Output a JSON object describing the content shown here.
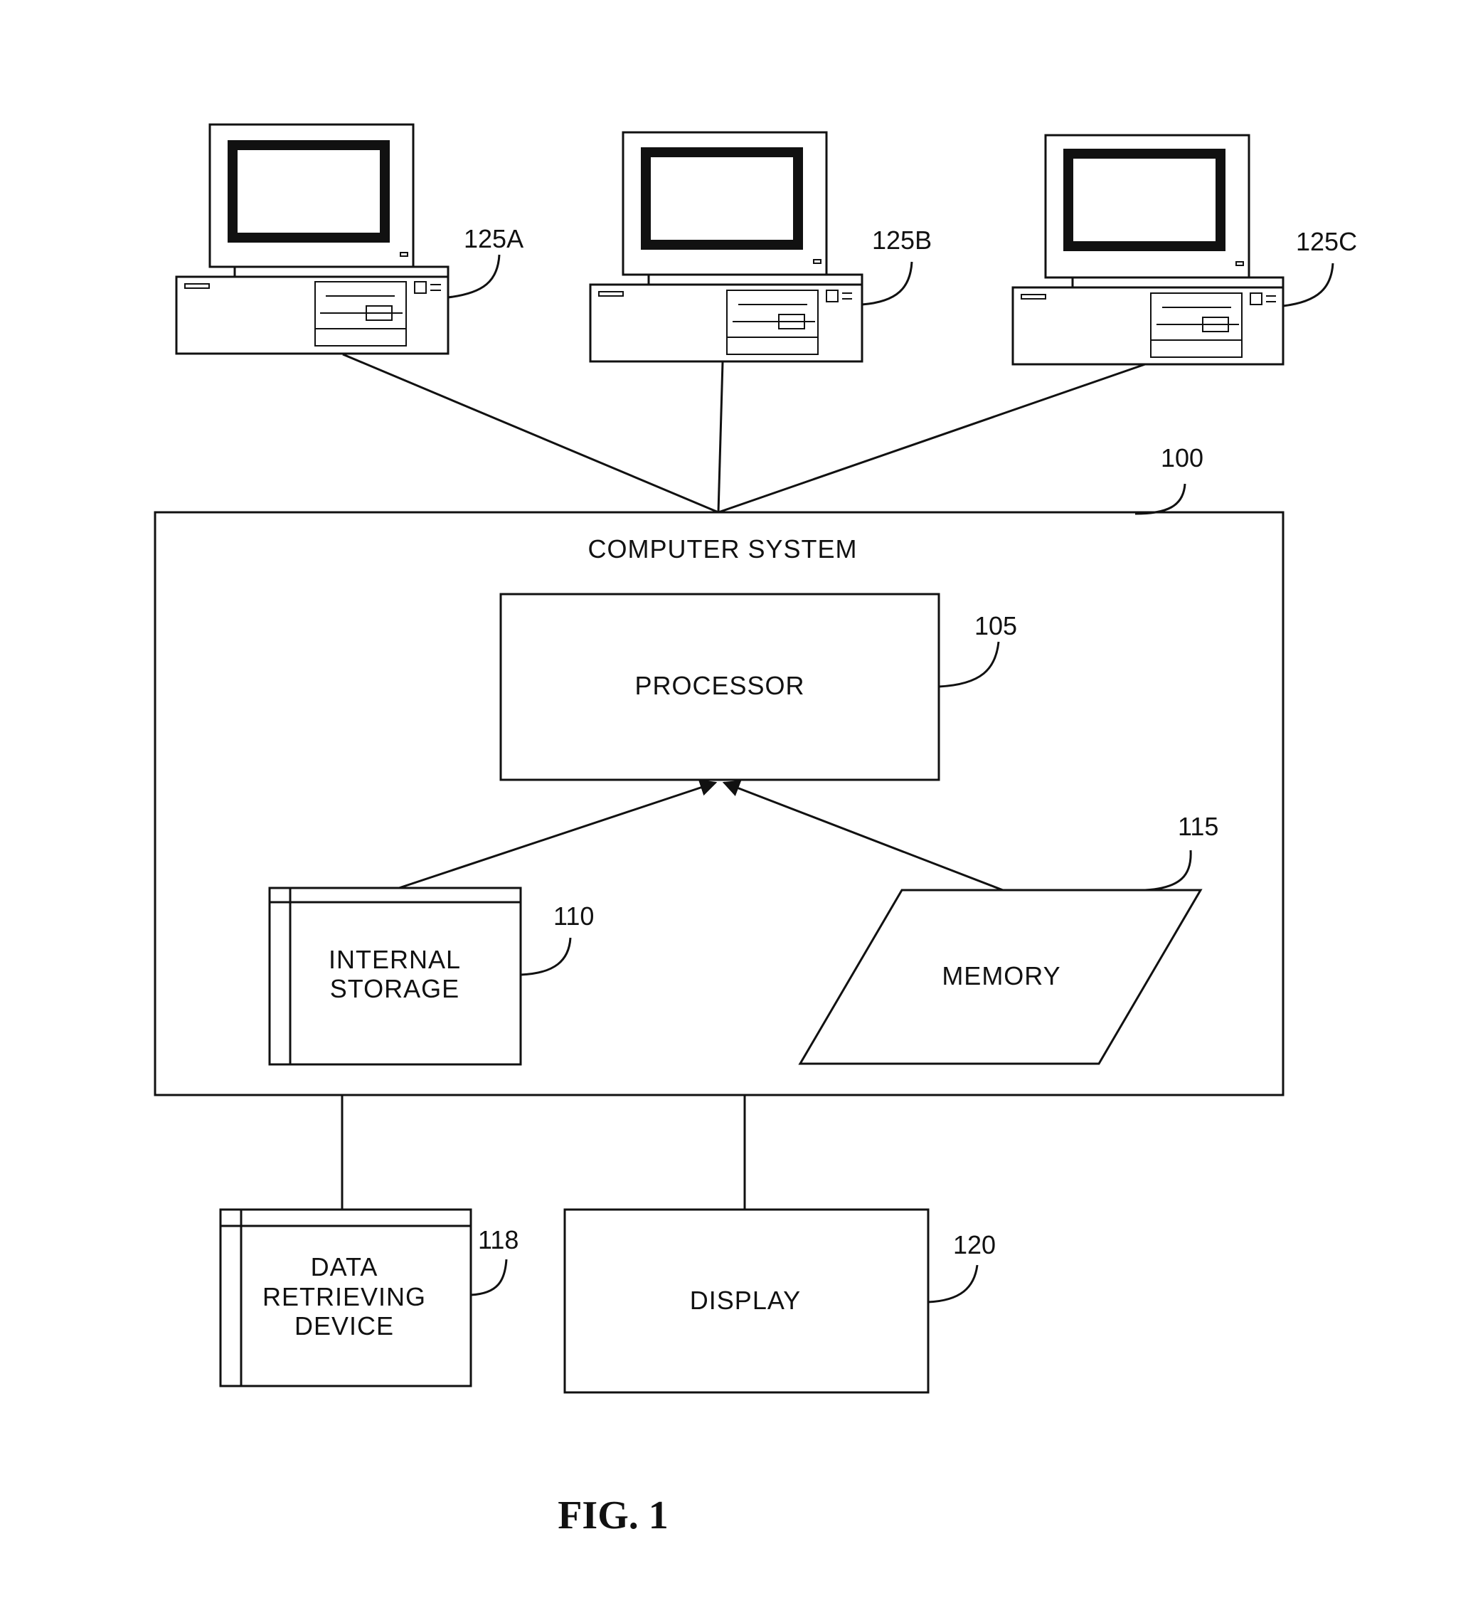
{
  "diagram": {
    "system": {
      "label": "COMPUTER SYSTEM",
      "ref": "100"
    },
    "processor": {
      "label": "PROCESSOR",
      "ref": "105"
    },
    "internal_storage": {
      "label_line1": "INTERNAL",
      "label_line2": "STORAGE",
      "ref": "110"
    },
    "memory": {
      "label": "MEMORY",
      "ref": "115"
    },
    "data_device": {
      "label_line1": "DATA",
      "label_line2": "RETRIEVING",
      "label_line3": "DEVICE",
      "ref": "118"
    },
    "display": {
      "label": "DISPLAY",
      "ref": "120"
    },
    "terminals": [
      {
        "ref": "125A"
      },
      {
        "ref": "125B"
      },
      {
        "ref": "125C"
      }
    ],
    "figure_caption": "FIG. 1"
  }
}
